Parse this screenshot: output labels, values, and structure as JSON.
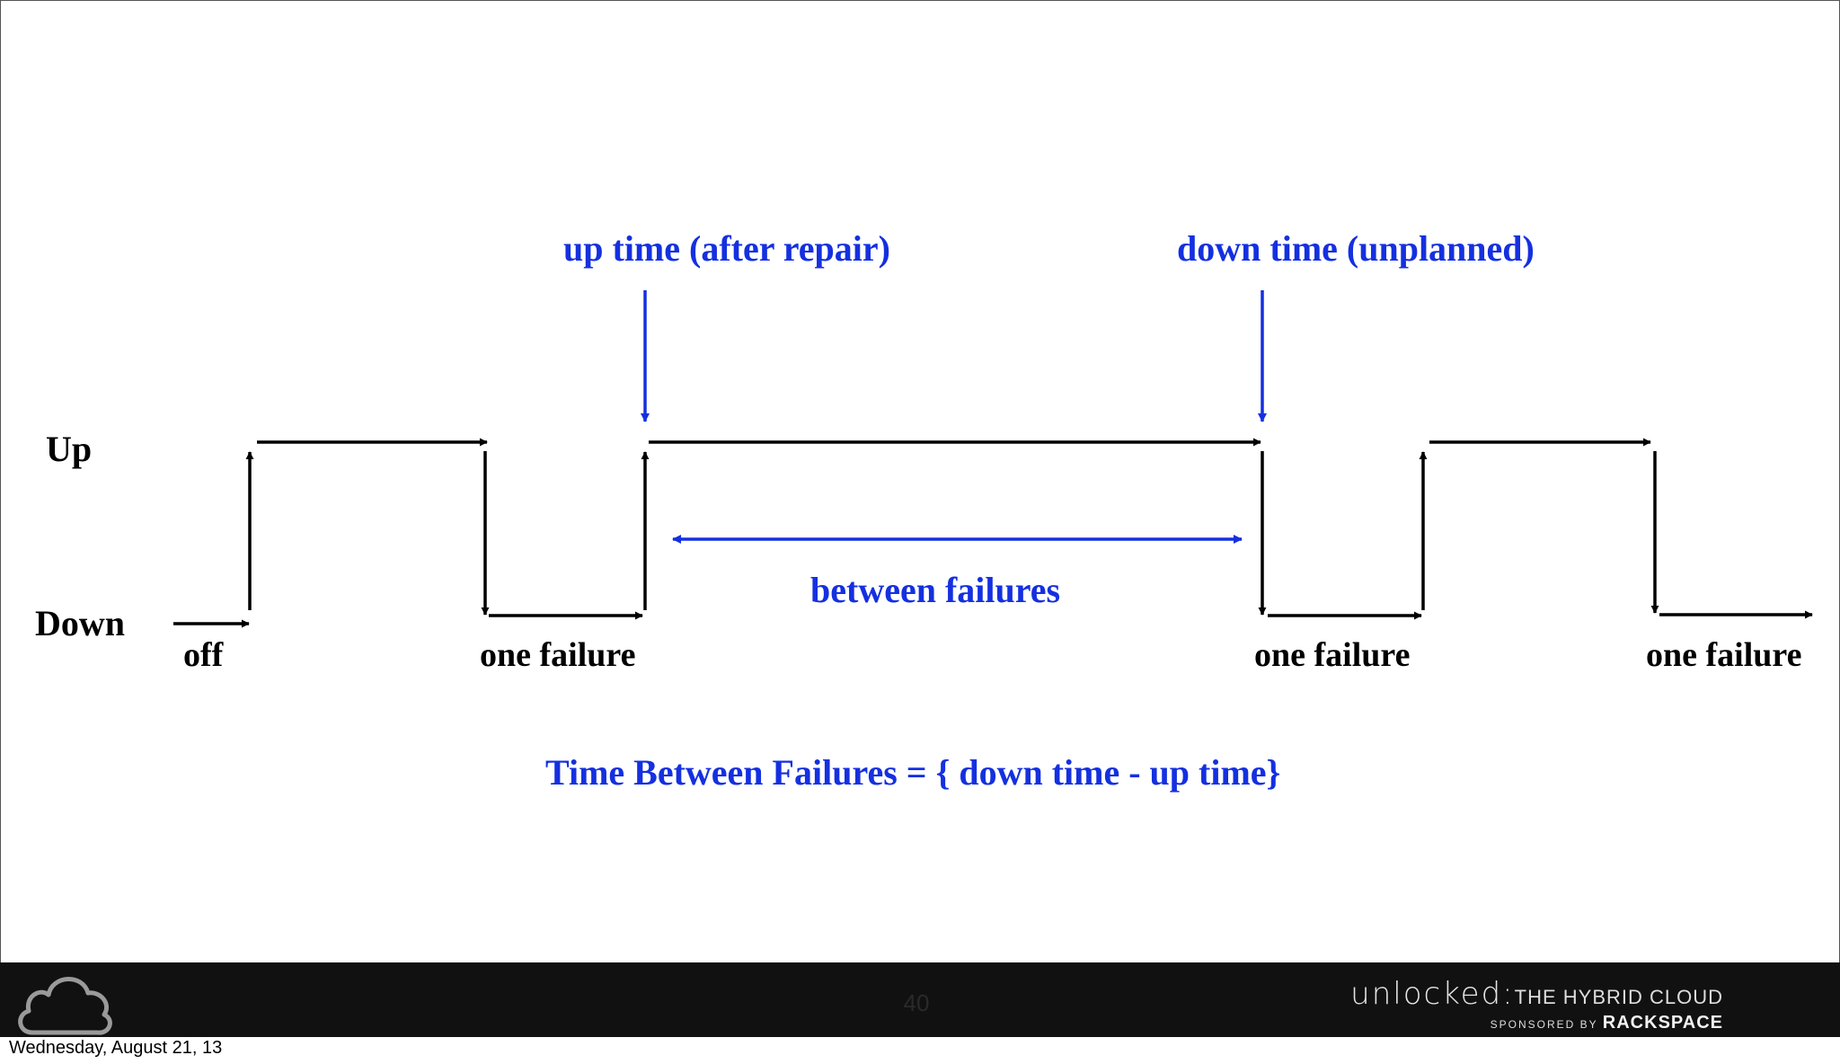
{
  "diagram": {
    "state_labels": {
      "up": "Up",
      "down": "Down"
    },
    "event_labels": {
      "off": "off",
      "failure_1": "one failure",
      "failure_2": "one failure",
      "failure_3": "one failure"
    },
    "annotations": {
      "up_time": "up time (after repair)",
      "down_time": "down time (unplanned)",
      "between": "between failures",
      "formula": "Time Between Failures = { down time - up time}"
    },
    "colors": {
      "line": "#000000",
      "annotation": "#1430e0"
    }
  },
  "footer": {
    "logo_icon": "cloud-icon",
    "page_number": "40",
    "brand_wordmark": "unlocked:",
    "brand_tagline": "THE HYBRID CLOUD",
    "sponsor_prefix": "SPONSORED BY",
    "sponsor_name": "RACKSPACE"
  },
  "date_text": "Wednesday, August 21, 13"
}
